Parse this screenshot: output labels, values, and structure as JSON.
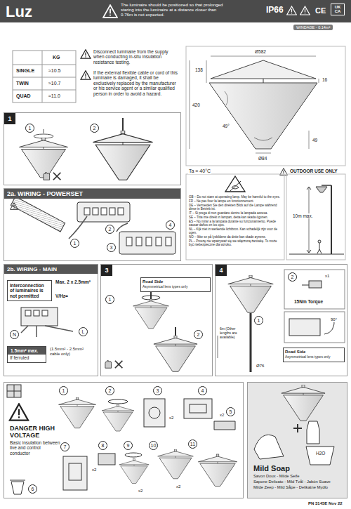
{
  "diagram": {
    "title": "Luz",
    "nodes": [
      {
        "text": [
          "The luminaire should be positioned so that prolonged staring into the luminaire at a distance closer than 0.76m is not expected."
        ]
      },
      {
        "text": [
          "1"
        ]
      },
      {
        "text": [
          "2a. WIRING - POWERSET"
        ]
      },
      {
        "text": [
          "2b. WIRING - MAIN"
        ]
      },
      {
        "text": [
          "3"
        ]
      },
      {
        "text": [
          "4"
        ]
      },
      {
        "text": [
          "DANGER HIGH VOLTAGE",
          "Basic insulation between live and control conductor"
        ]
      },
      {
        "text": [
          "Mild Soap",
          "Savon Doux - Milde Seife",
          "Sapone Delicato - Mild Tvål - Jabón Suave",
          "Milde Zeep - Mild Såpe - Delikatne Mydło"
        ]
      },
      {
        "text": [
          "Interconnection of luminaires is not permitted"
        ],
        "in": 3
      },
      {
        "text": [
          "1.5mm² max.",
          "If ferruled"
        ],
        "in": 3
      },
      {
        "text": [
          "Road Side",
          "Asymmetrical lens types only"
        ],
        "in": 4
      },
      {
        "text": [
          "Road Side",
          "Asymmetrical lens types only"
        ],
        "in": 5
      }
    ],
    "labels": [
      "IP66",
      "CE",
      "UK CA",
      "WINDAGE - 0.14m²",
      "KG",
      "SINGLE",
      "≈10.5",
      "TWIN",
      "≈10.7",
      "QUAD",
      "≈11.0",
      "Disconnect luminaire from the supply when conducting in-situ insulation resistance testing.",
      "If the external flexible cable or cord of this luminaire is damaged, it shall be exclusively replaced by the manufacturer or his service agent or a similar qualified person in order to avoid a hazard.",
      "Ø582",
      "138",
      "16",
      "420",
      "49°",
      "49",
      "Ø84",
      "Ta = 40°C",
      "OUTDOOR USE ONLY",
      "GB – Do not stare at operating lamp. May be harmful to the eyes.",
      "FR – Ne pas fixer la lampe en fonctionnement.",
      "DE – Vermeiden Sie den direkten Blick auf die Lampe während diese in Betrieb ist.",
      "IT – Si prega di non guardare dentro la lampada accesa.",
      "SE – Titta inte direkt in lampan, detta kan skada ögonen.",
      "ES – No mirar a la lampara durante su funcionamiento. Puede causar daños en los ojos.",
      "NL – Kijk niet in werkende lichtbron. Kan schadelijk zijn voor de ogen.",
      "NO – Ikke se på lyskildene da dette kan skade øynene.",
      "PL – Proszę nie wpatrywać się we włączoną żarówkę. To może być niebezpieczne dla wzroku.",
      "10m max.",
      "1",
      "2",
      "1",
      "2",
      "3",
      "4",
      "Max. 2 x 2.5mm²",
      "V/Hz=",
      "N",
      "L",
      "(1.5mm² - 2.5mm² cable only)",
      "1",
      "2",
      "1",
      "2",
      "x1",
      "15Nm Torque",
      "90°",
      "6m (Other lengths are available)",
      "Ø76",
      "1",
      "2",
      "3",
      "4",
      "5",
      "6",
      "7",
      "8",
      "9",
      "10",
      "11",
      "x2",
      "x2",
      "x2",
      "x2",
      "x2",
      "H2O",
      "PN 3145E Nov 22"
    ]
  }
}
